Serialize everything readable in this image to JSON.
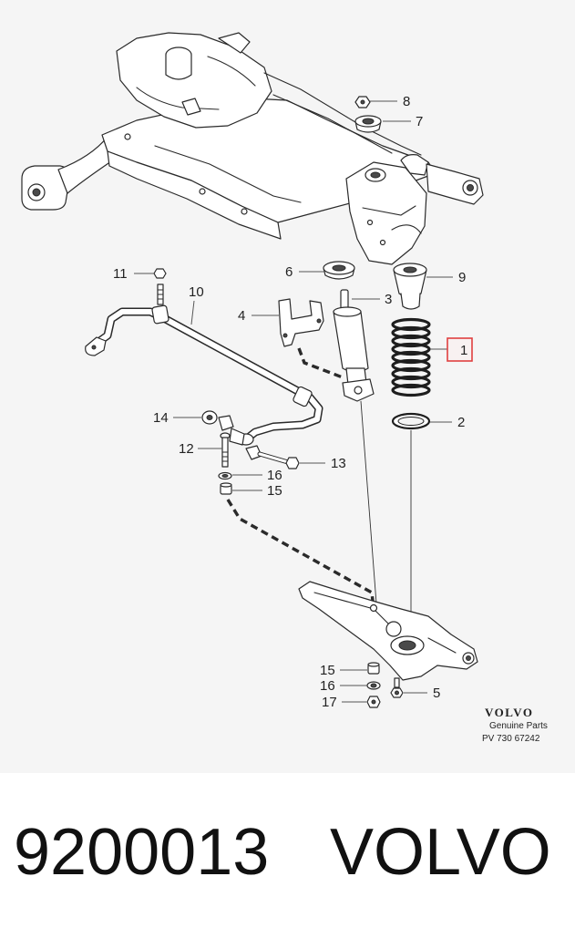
{
  "callouts": [
    "8",
    "7",
    "6",
    "3",
    "9",
    "1",
    "2",
    "4",
    "10",
    "11",
    "14",
    "12",
    "16",
    "15",
    "13",
    "15",
    "16",
    "17",
    "5"
  ],
  "brand_badge": {
    "name": "VOLVO",
    "tagline": "Genuine Parts",
    "code": "PV 730 67242"
  },
  "caption": {
    "part_number": "9200013",
    "brand": "VOLVO"
  },
  "highlight_color": "#e04040"
}
